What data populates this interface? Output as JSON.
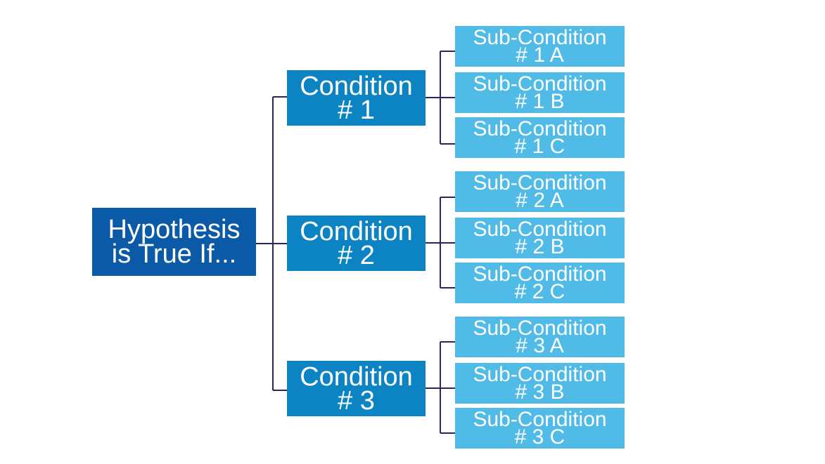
{
  "colors": {
    "root": "#0a5aa8",
    "condition": "#0c84c4",
    "subcondition": "#4fbbe6",
    "connector": "#2a2460",
    "background": "#ffffff"
  },
  "root": {
    "line1": "Hypothesis",
    "line2": "is True If..."
  },
  "conditions": [
    {
      "line1": "Condition",
      "line2": "# 1",
      "subs": [
        {
          "line1": "Sub-Condition",
          "line2": "# 1 A"
        },
        {
          "line1": "Sub-Condition",
          "line2": "# 1 B"
        },
        {
          "line1": "Sub-Condition",
          "line2": "# 1 C"
        }
      ]
    },
    {
      "line1": "Condition",
      "line2": "# 2",
      "subs": [
        {
          "line1": "Sub-Condition",
          "line2": "# 2 A"
        },
        {
          "line1": "Sub-Condition",
          "line2": "# 2 B"
        },
        {
          "line1": "Sub-Condition",
          "line2": "# 2 C"
        }
      ]
    },
    {
      "line1": "Condition",
      "line2": "# 3",
      "subs": [
        {
          "line1": "Sub-Condition",
          "line2": "# 3 A"
        },
        {
          "line1": "Sub-Condition",
          "line2": "# 3 B"
        },
        {
          "line1": "Sub-Condition",
          "line2": "# 3 C"
        }
      ]
    }
  ]
}
